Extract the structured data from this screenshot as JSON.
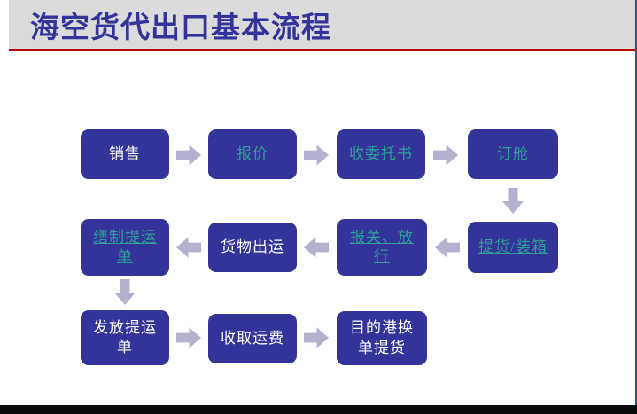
{
  "title": "海空货代出口基本流程",
  "nodes": [
    {
      "id": "sales",
      "label": "销售",
      "style": "plain"
    },
    {
      "id": "quotation",
      "label": "报价",
      "style": "link"
    },
    {
      "id": "receive-poa",
      "label": "收委托书",
      "style": "link"
    },
    {
      "id": "booking",
      "label": "订舱",
      "style": "link"
    },
    {
      "id": "pickup-loading",
      "label": "提货/装箱",
      "style": "link"
    },
    {
      "id": "customs-release",
      "label": "报关、放\n行",
      "style": "link"
    },
    {
      "id": "goods-shipment",
      "label": "货物出运",
      "style": "plain"
    },
    {
      "id": "prepare-bl",
      "label": "缮制提运\n单",
      "style": "link"
    },
    {
      "id": "issue-bl",
      "label": "发放提运\n单",
      "style": "plain"
    },
    {
      "id": "collect-freight",
      "label": "收取运费",
      "style": "plain"
    },
    {
      "id": "dest-port-pickup",
      "label": "目的港换\n单提货",
      "style": "plain"
    }
  ],
  "colors": {
    "box": "#333399",
    "box_text": "#ffffff",
    "link_text": "#2ea096",
    "arrow": "#b2b2ce",
    "header_bg": "#dbdbdb",
    "title": "#333399",
    "rule": "#c00000"
  }
}
